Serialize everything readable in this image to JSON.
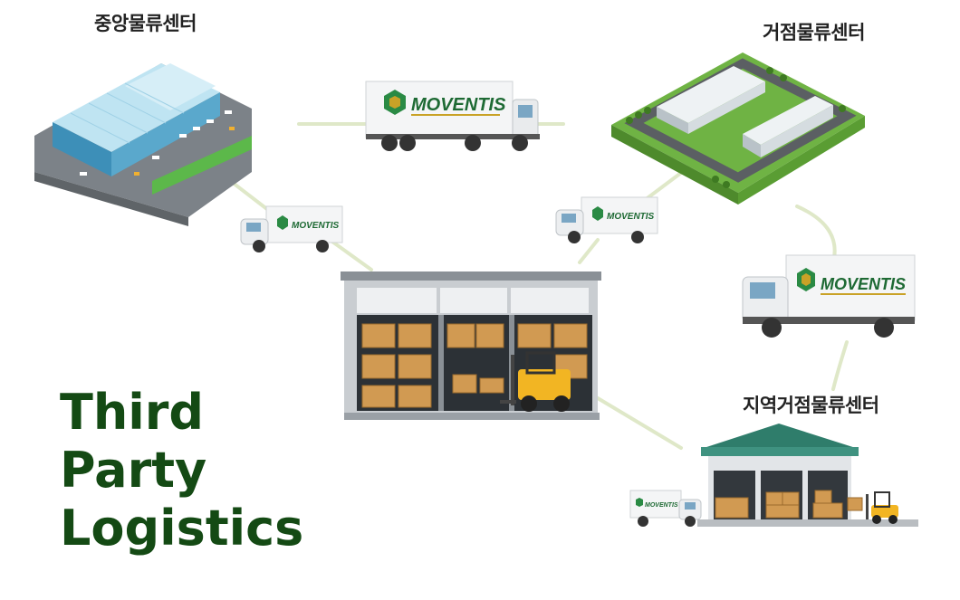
{
  "nodes": {
    "central": {
      "label": "중앙물류센터"
    },
    "hub": {
      "label": "거점물류센터"
    },
    "regional": {
      "label": "지역거점물류센터"
    }
  },
  "headline": {
    "line1": "Third",
    "line2": "Party",
    "line3": "Logistics"
  },
  "brand": {
    "name": "MOVENTIS"
  },
  "colors": {
    "headline": "#144a14",
    "brand_green": "#1e8a3a",
    "accent_gold": "#c9a227",
    "roof_teal": "#2f7d6b"
  }
}
